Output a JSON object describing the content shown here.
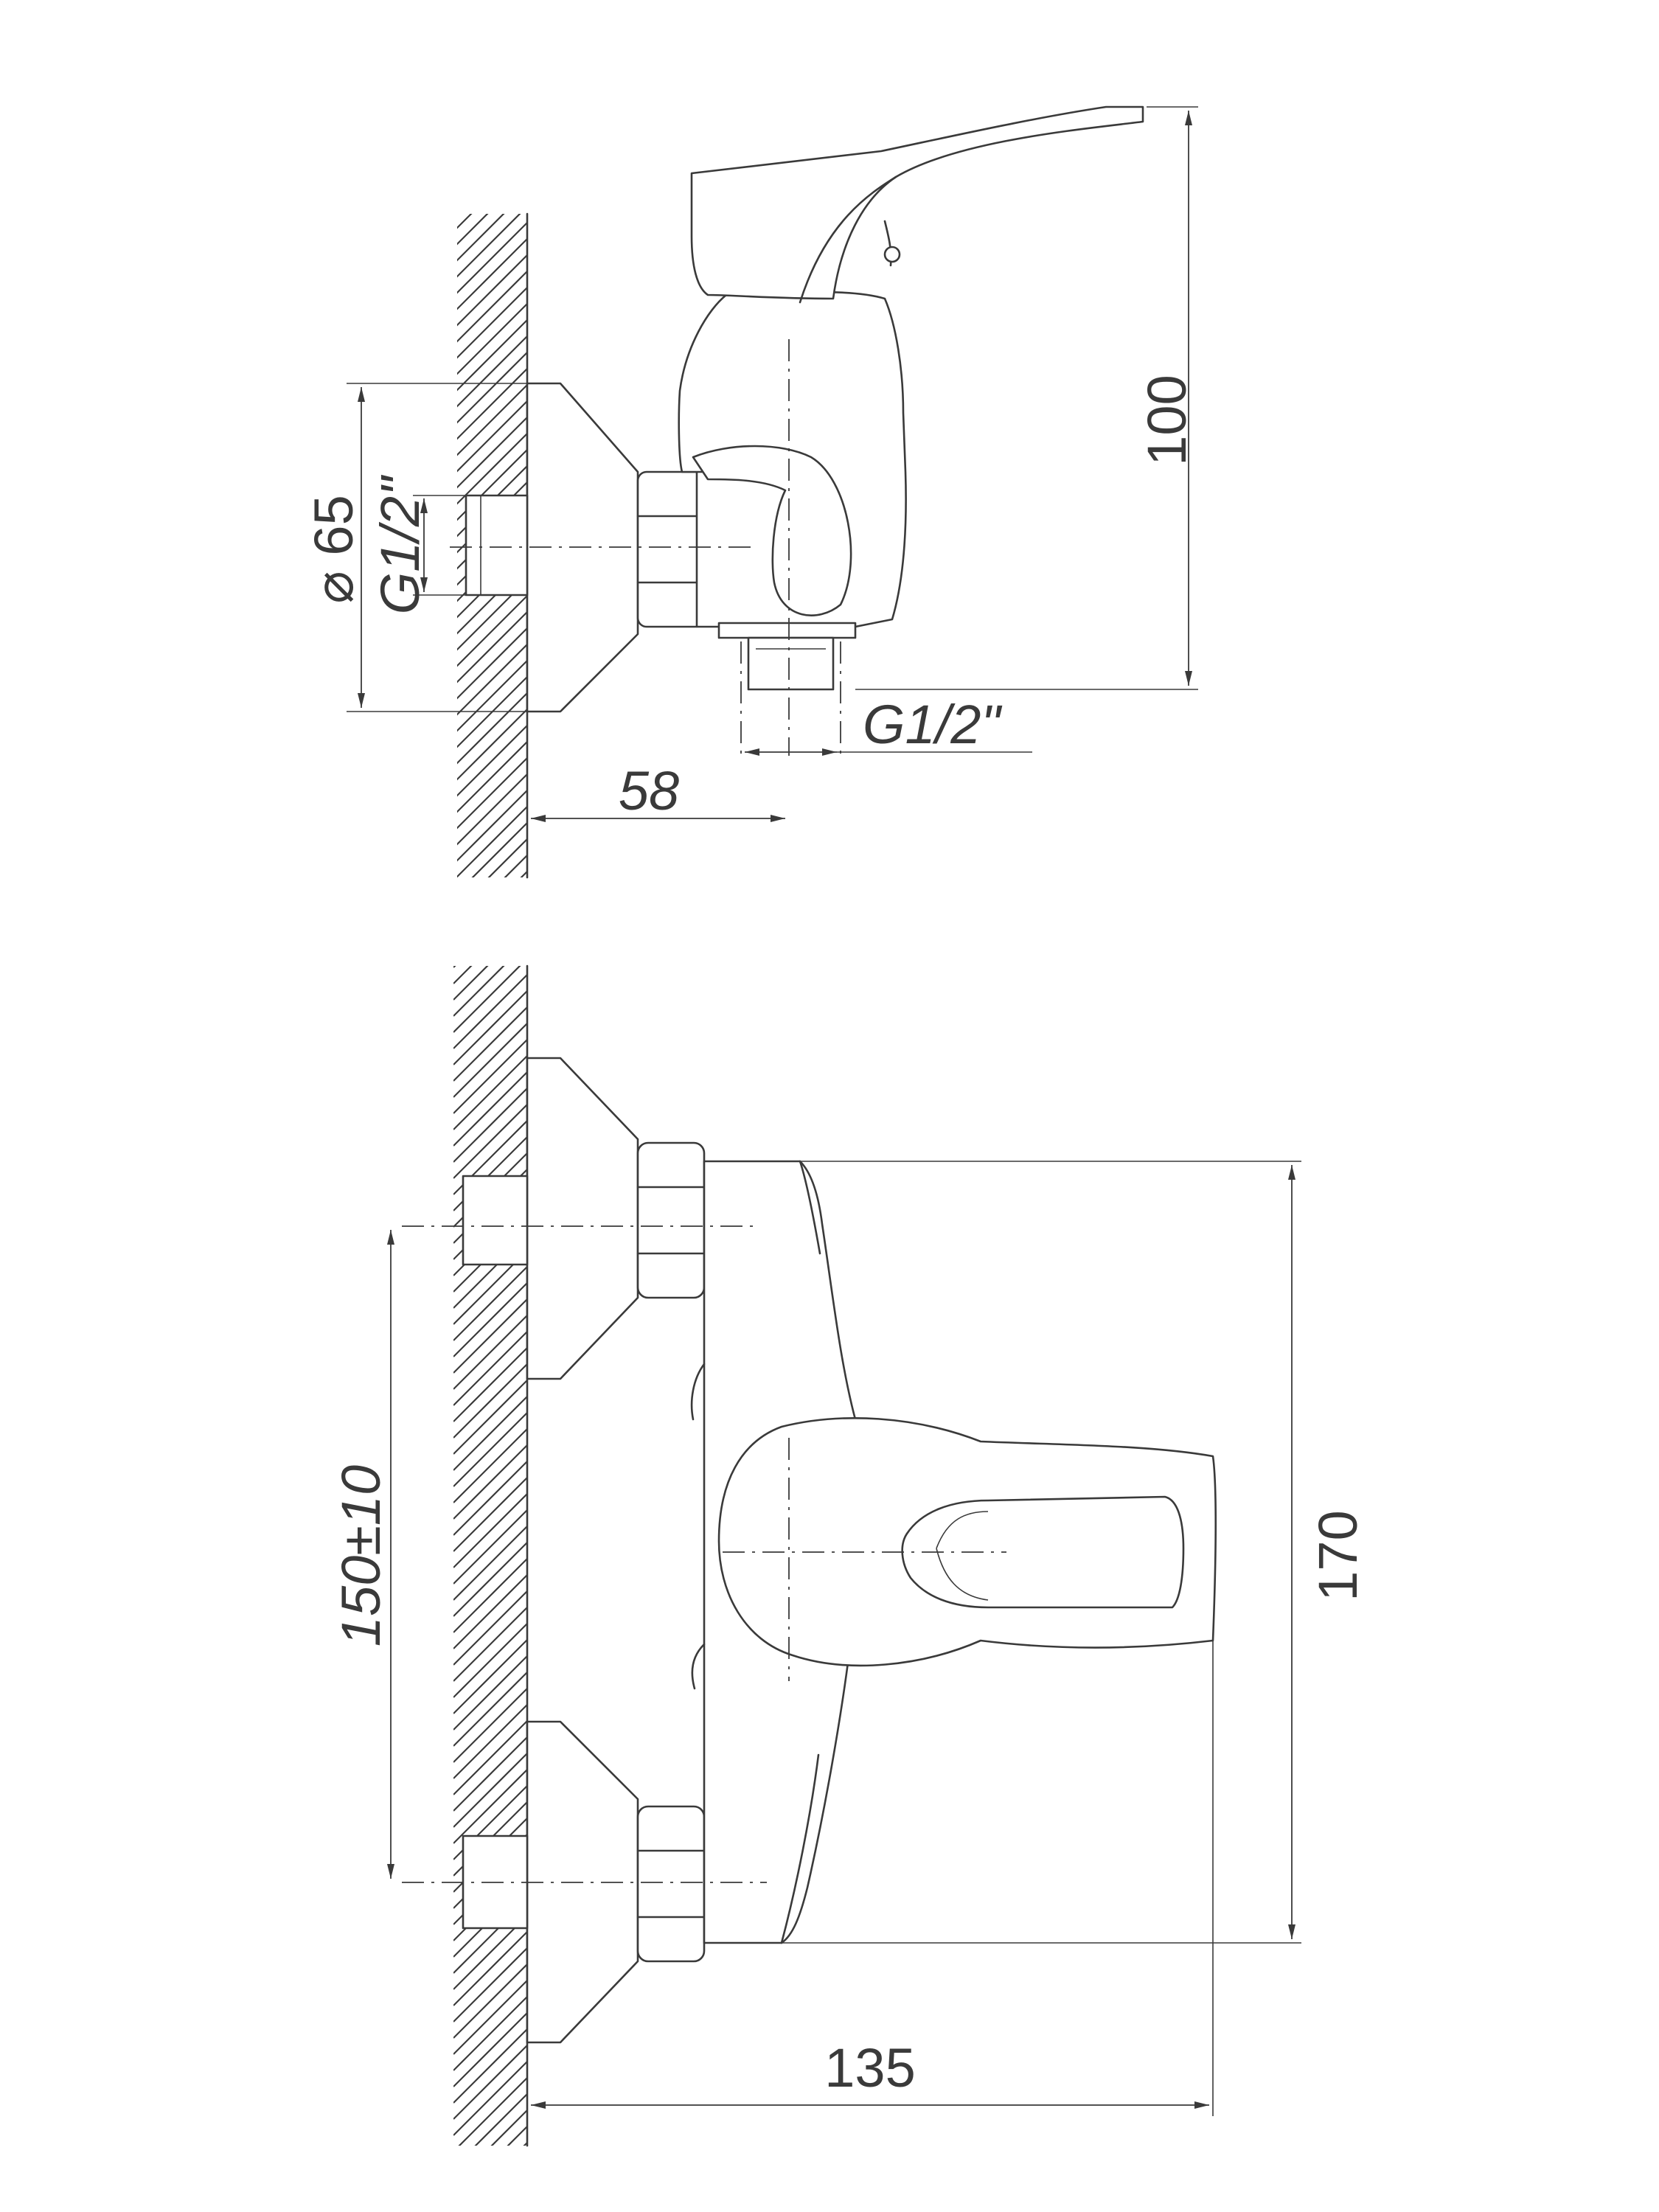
{
  "side_view": {
    "dim_height": "100",
    "dim_diameter": "⌀ 65",
    "dim_thread_inlet": "G1/2\"",
    "dim_thread_outlet": "G1/2\"",
    "dim_depth": "58"
  },
  "front_view": {
    "dim_height": "170",
    "dim_spacing": "150±10",
    "dim_length": "135"
  }
}
